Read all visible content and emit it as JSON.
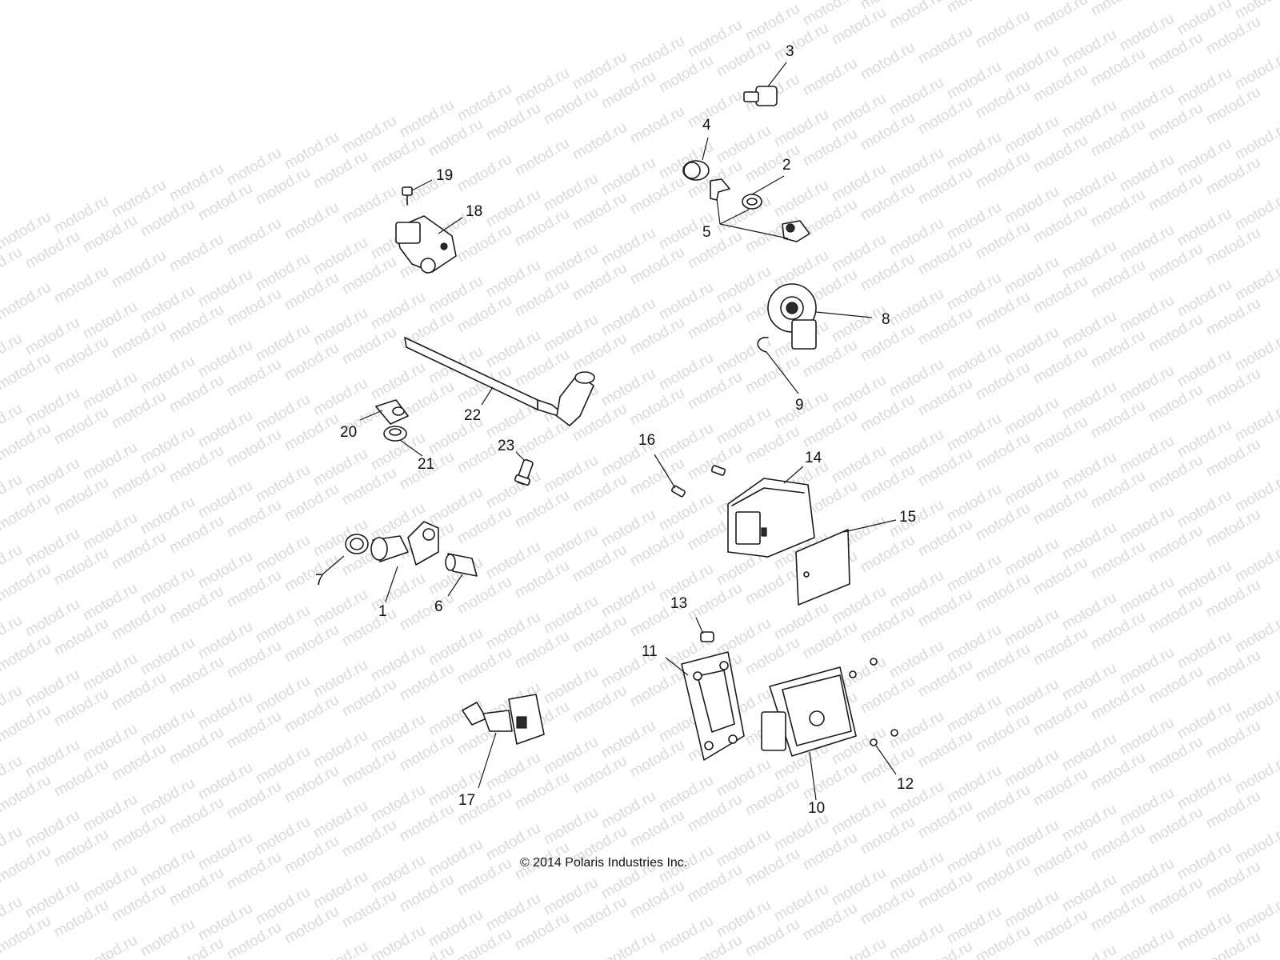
{
  "watermark": "motod.ru",
  "copyright": "© 2014 Polaris Industries Inc.",
  "callouts": {
    "c1": "1",
    "c2": "2",
    "c3": "3",
    "c4": "4",
    "c5": "5",
    "c6": "6",
    "c7": "7",
    "c8": "8",
    "c9": "9",
    "c10": "10",
    "c11": "11",
    "c12": "12",
    "c13": "13",
    "c14": "14",
    "c15": "15",
    "c16": "16",
    "c17": "17",
    "c18": "18",
    "c19": "19",
    "c20": "20",
    "c21": "21",
    "c22": "22",
    "c23": "23"
  }
}
